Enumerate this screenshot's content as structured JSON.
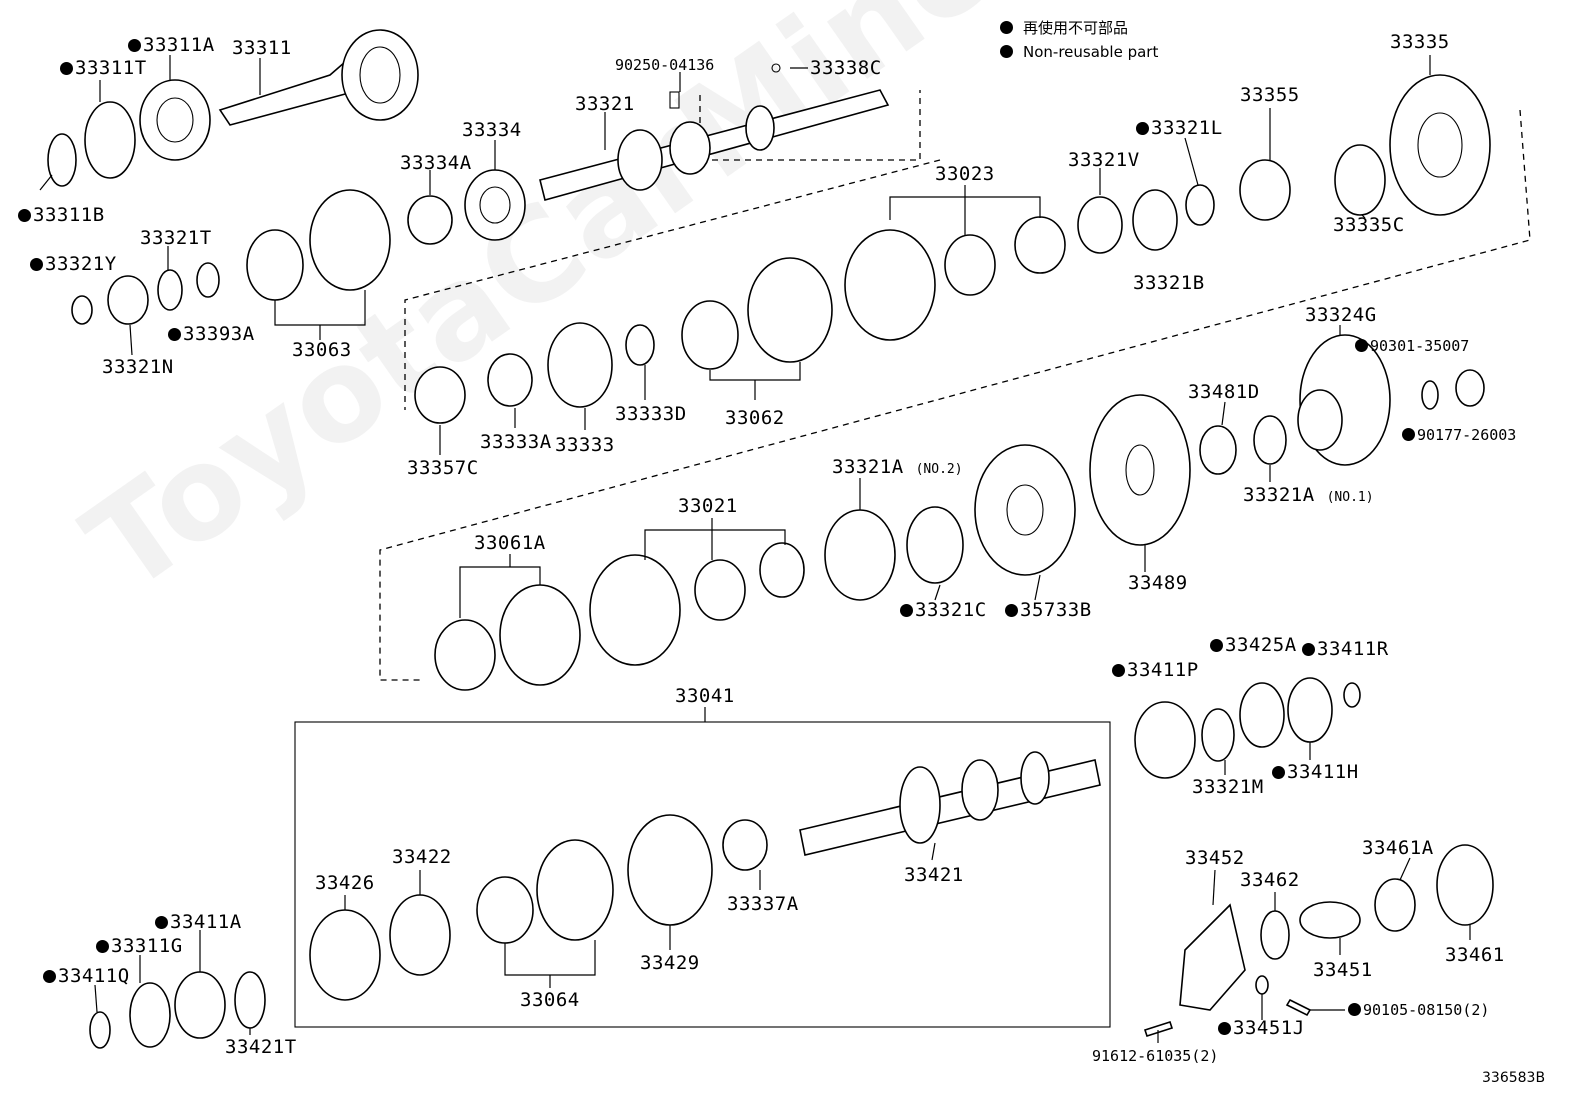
{
  "legend": {
    "ja": "再使用不可部品",
    "en": "Non-reusable part"
  },
  "watermark": "ToyotaCarMine.r",
  "diagram_ref": "336583B",
  "parts": {
    "p33311A": "33311A",
    "p33311": "33311",
    "p33311T": "33311T",
    "p33311B": "33311B",
    "p90250": "90250-04136",
    "p33338C": "33338C",
    "p33321": "33321",
    "p33334": "33334",
    "p33334A": "33334A",
    "p33335": "33335",
    "p33355": "33355",
    "p33321L": "33321L",
    "p33321V": "33321V",
    "p33023": "33023",
    "p33335C": "33335C",
    "p33321B": "33321B",
    "p33321T": "33321T",
    "p33321Y": "33321Y",
    "p33393A": "33393A",
    "p33321N": "33321N",
    "p33063": "33063",
    "p33324G": "33324G",
    "p90301": "90301-35007",
    "p33481D": "33481D",
    "p90177": "90177-26003",
    "p33321A1": "33321A",
    "no1": "(NO.1)",
    "p33357C": "33357C",
    "p33333A": "33333A",
    "p33333": "33333",
    "p33333D": "33333D",
    "p33062": "33062",
    "p33021": "33021",
    "p33321A2": "33321A",
    "no2": "(NO.2)",
    "p33061A": "33061A",
    "p33321C": "33321C",
    "p35733B": "35733B",
    "p33489": "33489",
    "p33041": "33041",
    "p33411P": "33411P",
    "p33425A": "33425A",
    "p33411R": "33411R",
    "p33321M": "33321M",
    "p33411H": "33411H",
    "p33422": "33422",
    "p33426": "33426",
    "p33421": "33421",
    "p33337A": "33337A",
    "p33429": "33429",
    "p33064": "33064",
    "p33452": "33452",
    "p33462": "33462",
    "p33461A": "33461A",
    "p33451": "33451",
    "p33461": "33461",
    "p33411A": "33411A",
    "p33311G": "33311G",
    "p33411Q": "33411Q",
    "p33421T": "33421T",
    "p90105": "90105-08150(2)",
    "p33451J": "33451J",
    "p91612": "91612-61035(2)"
  }
}
